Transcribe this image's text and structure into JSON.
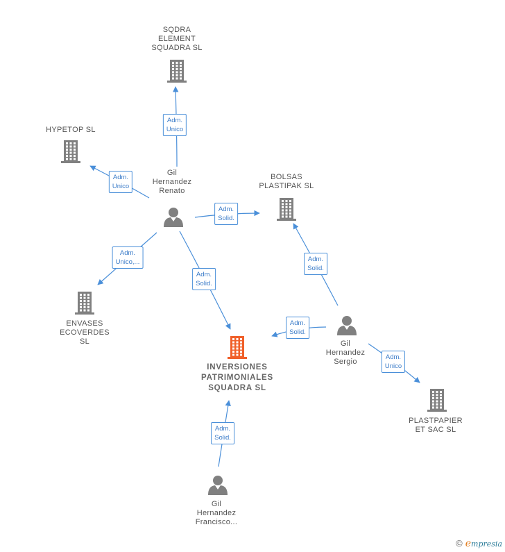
{
  "nodes": [
    {
      "id": "sqdra",
      "type": "company",
      "lines": [
        "SQDRA",
        "ELEMENT",
        "SQUADRA  SL"
      ]
    },
    {
      "id": "hypetop",
      "type": "company",
      "lines": [
        "HYPETOP  SL"
      ]
    },
    {
      "id": "bolsas",
      "type": "company",
      "lines": [
        "BOLSAS",
        "PLASTIPAK SL"
      ]
    },
    {
      "id": "envases",
      "type": "company",
      "lines": [
        "ENVASES",
        "ECOVERDES",
        "SL"
      ]
    },
    {
      "id": "inversiones",
      "type": "company",
      "main": true,
      "lines": [
        "INVERSIONES",
        "PATRIMONIALES",
        "SQUADRA  SL"
      ]
    },
    {
      "id": "plastpapier",
      "type": "company",
      "lines": [
        "PLASTPAPIER",
        "ET SAC  SL"
      ]
    },
    {
      "id": "renato",
      "type": "person",
      "lines": [
        "Gil",
        "Hernandez",
        "Renato"
      ]
    },
    {
      "id": "sergio",
      "type": "person",
      "lines": [
        "Gil",
        "Hernandez",
        "Sergio"
      ]
    },
    {
      "id": "francisco",
      "type": "person",
      "lines": [
        "Gil",
        "Hernandez",
        "Francisco..."
      ]
    }
  ],
  "edges": [
    {
      "from": "renato",
      "to": "sqdra",
      "label": [
        "Adm.",
        "Unico"
      ]
    },
    {
      "from": "renato",
      "to": "hypetop",
      "label": [
        "Adm.",
        "Unico"
      ]
    },
    {
      "from": "renato",
      "to": "bolsas",
      "label": [
        "Adm.",
        "Solid."
      ]
    },
    {
      "from": "renato",
      "to": "envases",
      "label": [
        "Adm.",
        "Unico,..."
      ]
    },
    {
      "from": "renato",
      "to": "inversiones",
      "label": [
        "Adm.",
        "Solid."
      ]
    },
    {
      "from": "sergio",
      "to": "bolsas",
      "label": [
        "Adm.",
        "Solid."
      ]
    },
    {
      "from": "sergio",
      "to": "inversiones",
      "label": [
        "Adm.",
        "Solid."
      ]
    },
    {
      "from": "sergio",
      "to": "plastpapier",
      "label": [
        "Adm.",
        "Unico"
      ]
    },
    {
      "from": "francisco",
      "to": "inversiones",
      "label": [
        "Adm.",
        "Solid."
      ]
    }
  ],
  "colors": {
    "company": "#808080",
    "main_company": "#f0602a",
    "person": "#808080",
    "edge": "#4a8fd9",
    "label_text": "#555555"
  },
  "watermark": {
    "copyright": "©",
    "brand_first": "e",
    "brand_rest": "mpresia"
  }
}
